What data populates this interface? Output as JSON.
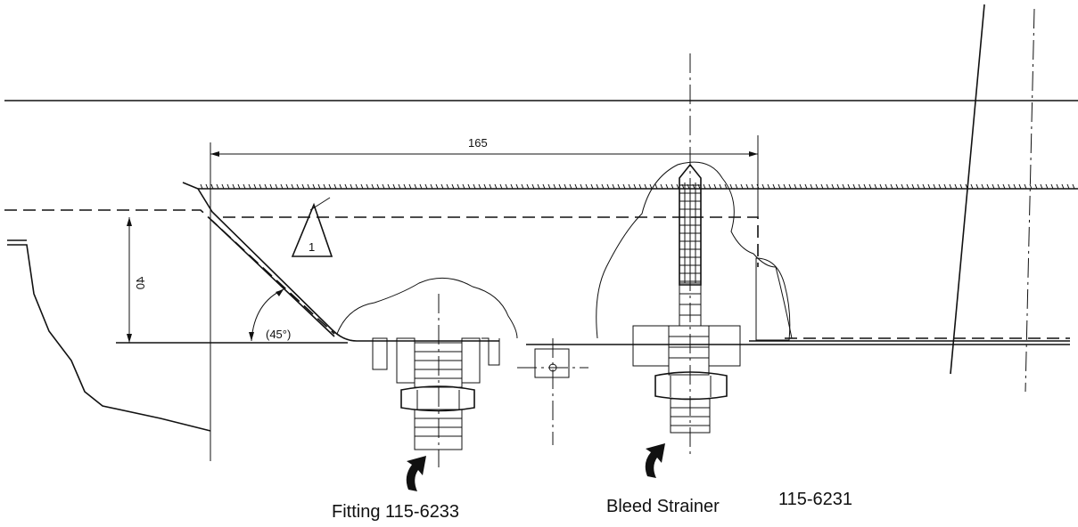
{
  "dimensions": {
    "length": "165",
    "height": "40",
    "angle": "(45°)"
  },
  "note_marker": "1",
  "callouts": {
    "fitting": "Fitting 115-6233",
    "bleed_strainer": "Bleed Strainer",
    "bleed_strainer_part": "115-6231"
  }
}
